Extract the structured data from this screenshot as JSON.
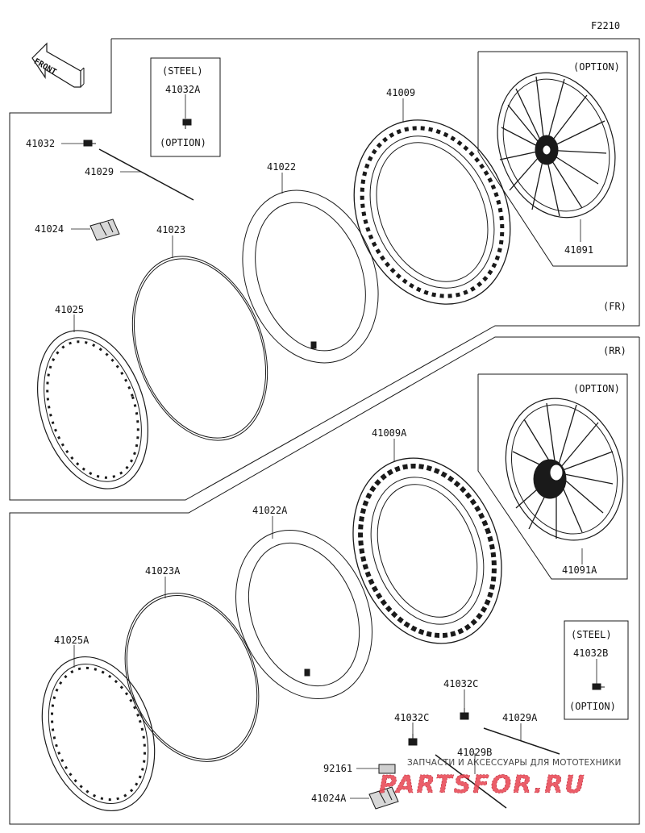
{
  "figure_code": "F2210",
  "front_arrow_text": "FRONT",
  "sections": {
    "front": "(FR)",
    "rear": "(RR)"
  },
  "boxes": {
    "steel_top": {
      "title": "(STEEL)",
      "part": "41032A",
      "note": "(OPTION)"
    },
    "option_front_wheel": {
      "title": "(OPTION)",
      "part": "41091"
    },
    "option_rear_wheel": {
      "title": "(OPTION)",
      "part": "41091A"
    },
    "steel_bottom": {
      "title": "(STEEL)",
      "part": "41032B",
      "note": "(OPTION)"
    }
  },
  "parts_front": {
    "p41032": "41032",
    "p41029": "41029",
    "p41024": "41024",
    "p41023": "41023",
    "p41025": "41025",
    "p41022": "41022",
    "p41009": "41009"
  },
  "parts_rear": {
    "p41009A": "41009A",
    "p41022A": "41022A",
    "p41023A": "41023A",
    "p41025A": "41025A",
    "p41032C_a": "41032C",
    "p41032C_b": "41032C",
    "p41029A": "41029A",
    "p41029B": "41029B",
    "p92161": "92161",
    "p41024A": "41024A"
  },
  "watermark": {
    "subtitle": "ЗАПЧАСТИ И АКСЕССУАРЫ ДЛЯ МОТОТЕХНИКИ",
    "logo": "PARTSFOR.RU"
  },
  "colors": {
    "line": "#1a1a1a",
    "watermark": "#e8424f"
  }
}
